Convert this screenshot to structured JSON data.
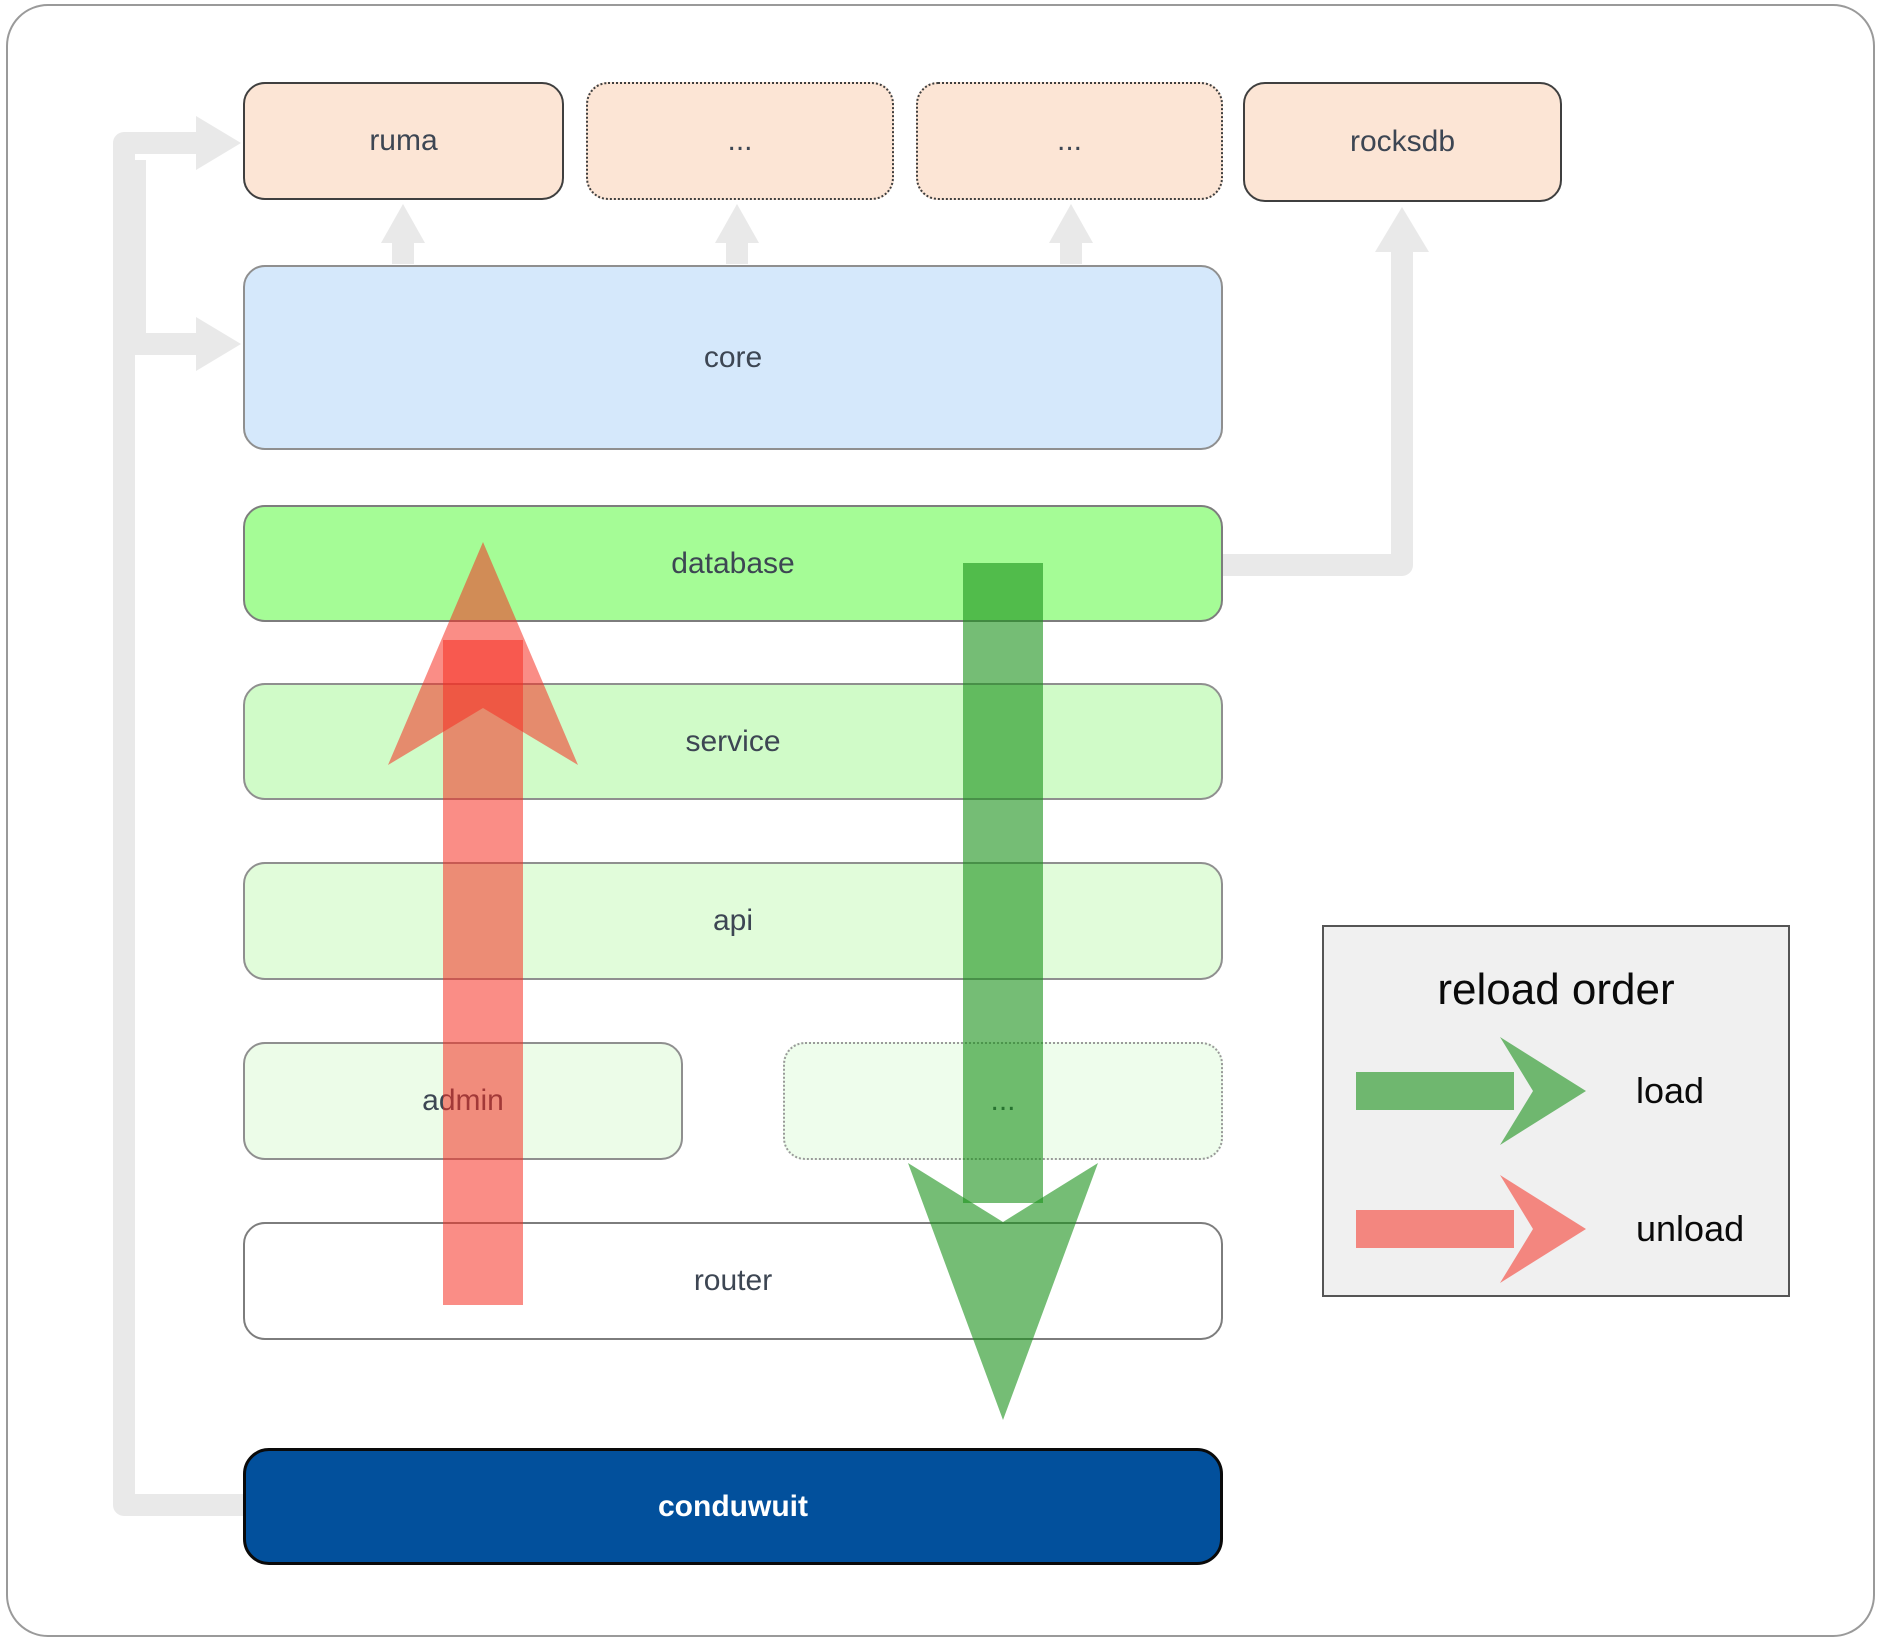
{
  "nodes": {
    "ruma": {
      "label": "ruma"
    },
    "dots1": {
      "label": "..."
    },
    "dots2": {
      "label": "..."
    },
    "rocksdb": {
      "label": "rocksdb"
    },
    "core": {
      "label": "core"
    },
    "database": {
      "label": "database"
    },
    "service": {
      "label": "service"
    },
    "api": {
      "label": "api"
    },
    "admin": {
      "label": "admin"
    },
    "dots3": {
      "label": "..."
    },
    "router": {
      "label": "router"
    },
    "conduwuit": {
      "label": "conduwuit"
    }
  },
  "legend": {
    "title": "reload order",
    "items": {
      "load": {
        "label": "load"
      },
      "unload": {
        "label": "unload"
      }
    }
  },
  "colors": {
    "peach": "#fce5d5",
    "blue": "#d5e8fb",
    "green-bright": "#a5fc96",
    "green-light": "#d0fbc8",
    "green-pale": "#e1fcda",
    "green-faint": "#ecfce8",
    "navy": "#02509c",
    "connector": "#e9e9e9",
    "ink": "#3d4653",
    "load-arrow": "#199119",
    "unload-arrow": "#f52f22"
  }
}
